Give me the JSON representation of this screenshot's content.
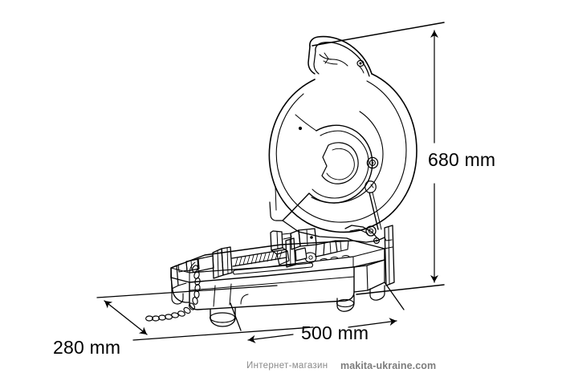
{
  "document": {
    "type": "technical-dimension-drawing",
    "subject": "abrasive cut-off chop saw",
    "background_color": "#ffffff",
    "line_color": "#000000"
  },
  "dimensions": {
    "height": {
      "value": "680 mm",
      "axis": "vertical",
      "icon": "double-arrow-vertical"
    },
    "width": {
      "value": "500 mm",
      "axis": "horizontal",
      "icon": "double-arrow-horizontal"
    },
    "depth": {
      "value": "280 mm",
      "axis": "diagonal",
      "icon": "double-arrow-diagonal"
    }
  },
  "watermark": {
    "shop_label": "Интернет-магазин",
    "site": "makita-ukraine.com",
    "color": "#8a8a8a"
  },
  "machine_parts": {
    "handle": "carry-handle",
    "wheel_cover": "blade-guard-cover",
    "spark_guard": "spark-deflector",
    "vise": "quick-release-vise",
    "vise_screw": "threaded-clamp-screw",
    "chain": "safety-chain",
    "base": "cast-base",
    "fence": "adjustable-fence",
    "motor_mount": "pivot-arm-bracket"
  }
}
